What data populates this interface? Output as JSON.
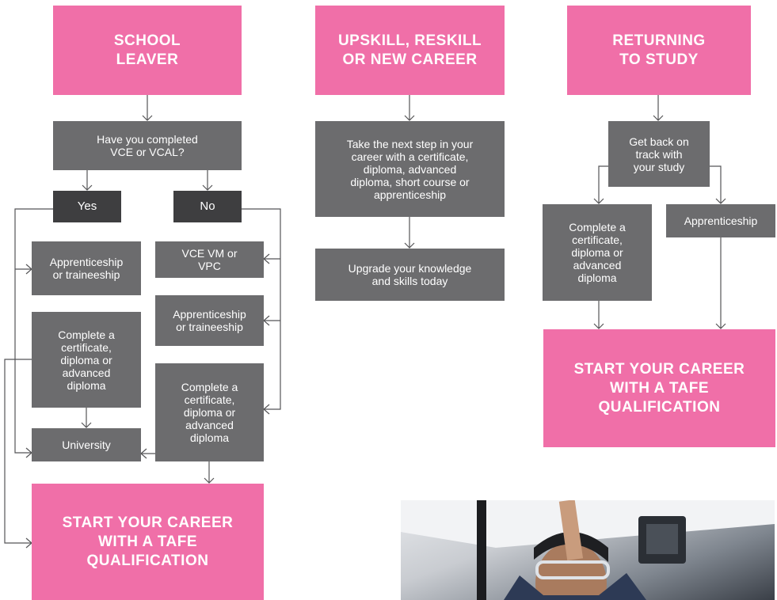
{
  "columns": {
    "school": {
      "heading": "SCHOOL\nLEAVER",
      "question": "Have you completed\nVCE or VCAL?",
      "yes_label": "Yes",
      "no_label": "No",
      "yes_options": {
        "apprenticeship": "Apprenticeship\nor traineeship",
        "certificate": "Complete a\ncertificate,\ndiploma or\nadvanced\ndiploma",
        "university": "University"
      },
      "no_options": {
        "vce_vm": "VCE VM or\nVPC",
        "apprenticeship": "Apprenticeship\nor traineeship",
        "certificate": "Complete a\ncertificate,\ndiploma or\nadvanced\ndiploma"
      },
      "outcome": "START YOUR CAREER\nWITH A TAFE\nQUALIFICATION"
    },
    "upskill": {
      "heading": "UPSKILL, RESKILL\nOR NEW CAREER",
      "step1": "Take the next step in your\ncareer with a certificate,\ndiploma, advanced\ndiploma, short course or\napprenticeship",
      "step2": "Upgrade your knowledge\nand skills today"
    },
    "returning": {
      "heading": "RETURNING\nTO STUDY",
      "step1": "Get back on\ntrack with\nyour study",
      "certificate": "Complete a\ncertificate,\ndiploma or\nadvanced\ndiploma",
      "apprenticeship": "Apprenticeship",
      "outcome": "START YOUR CAREER\nWITH A TAFE\nQUALIFICATION"
    }
  },
  "colors": {
    "pink": "#f06fa8",
    "grey": "#6c6c6e",
    "dark": "#3e3e40"
  }
}
